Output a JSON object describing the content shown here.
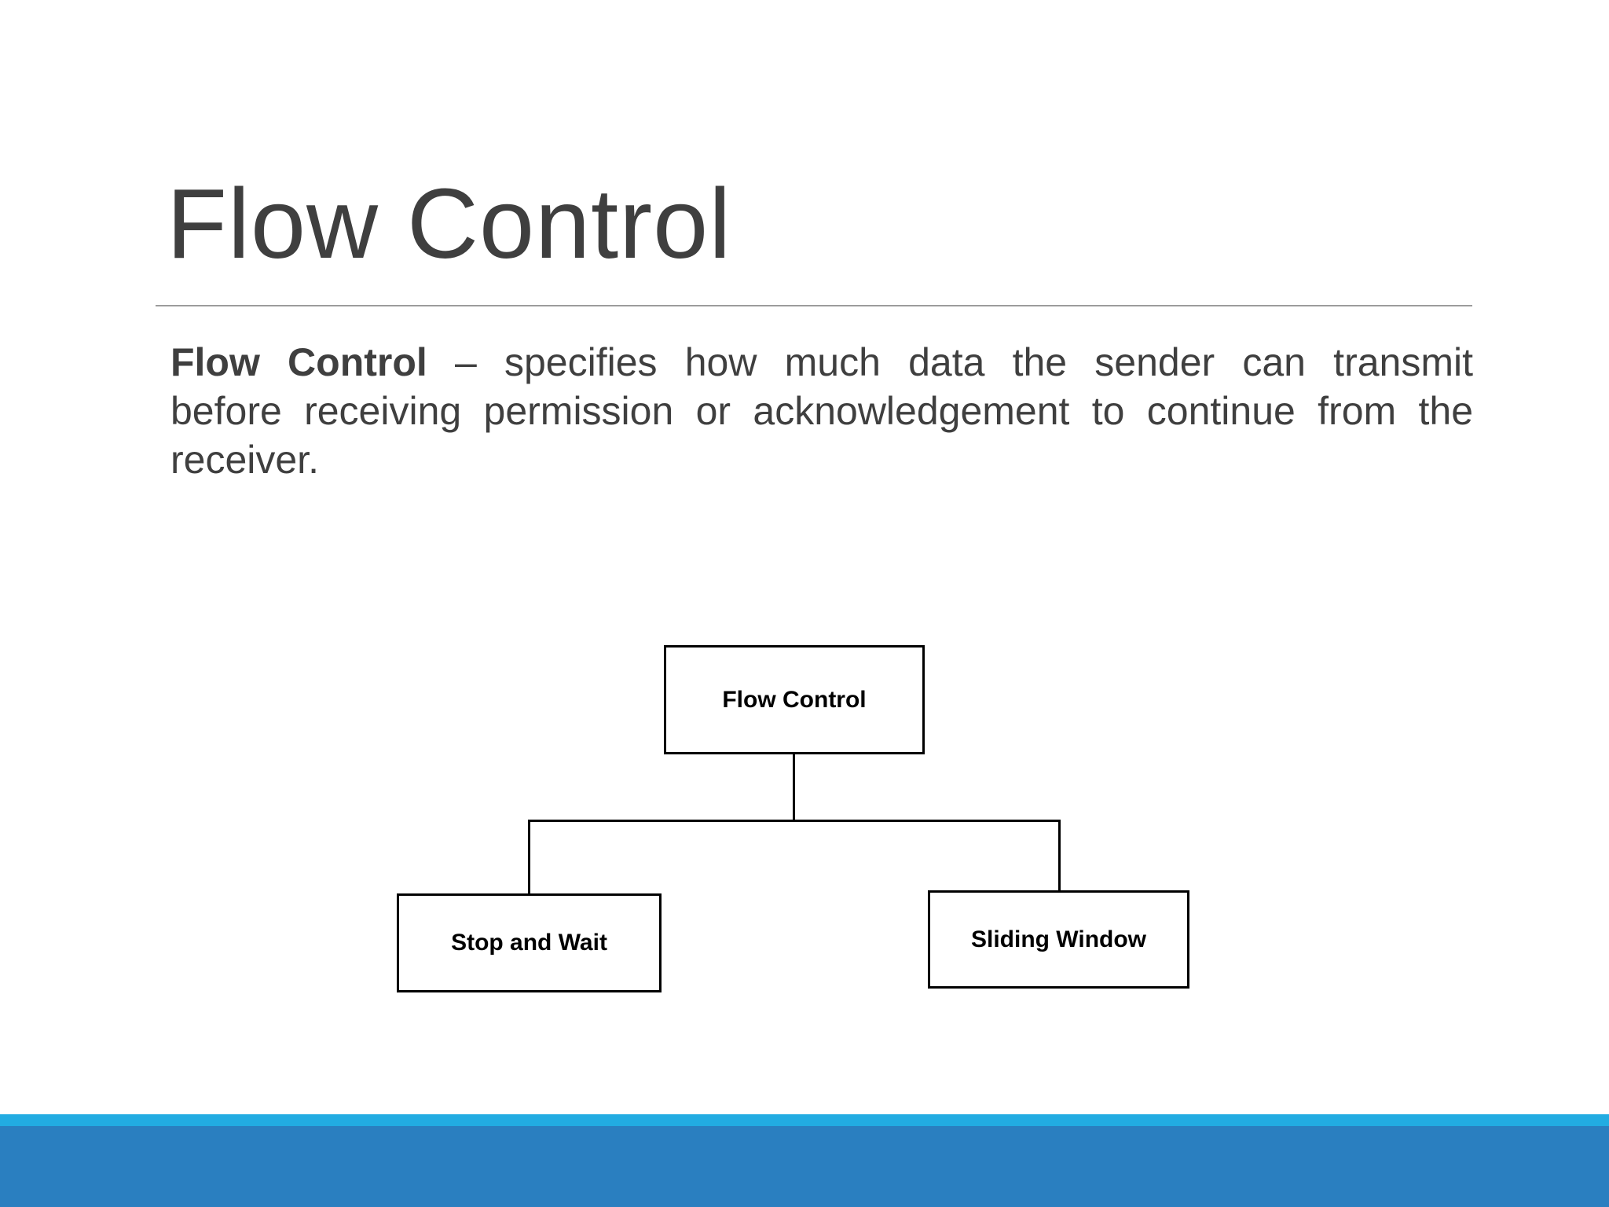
{
  "slide": {
    "title": "Flow Control",
    "body": {
      "line1_bold": "Flow Control",
      "line1_rest": " – specifies how much data the sender can transmit",
      "line2": "before receiving permission or acknowledgement to continue from the",
      "line3": "receiver."
    },
    "diagram": {
      "root_label": "Flow Control",
      "child_left_label": "Stop and Wait",
      "child_right_label": "Sliding Window"
    },
    "colors": {
      "title_text": "#3f3f3f",
      "body_text": "#3f3f3f",
      "rule": "#9c9c9c",
      "box_border": "#000000",
      "box_text": "#000000",
      "line": "#000000",
      "footer_light_blue": "#22ace2",
      "footer_dark_blue": "#2a7fc0",
      "slide_bg": "#ffffff"
    }
  }
}
